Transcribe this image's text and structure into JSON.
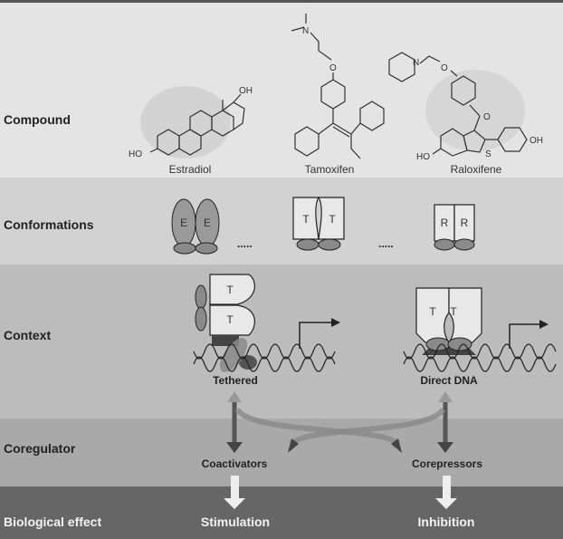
{
  "rows": {
    "compound": "Compound",
    "conformations": "Conformations",
    "context": "Context",
    "coregulator": "Coregulator",
    "biological_effect": "Biological effect"
  },
  "compounds": [
    {
      "name": "Estradiol",
      "atoms": [
        "HO",
        "OH"
      ]
    },
    {
      "name": "Tamoxifen",
      "atoms": [
        "N",
        "O"
      ]
    },
    {
      "name": "Raloxifene",
      "atoms": [
        "N",
        "O",
        "O",
        "HO",
        "S",
        "OH"
      ]
    }
  ],
  "conformations": {
    "estradiol": [
      "E",
      "E"
    ],
    "tamoxifen": [
      "T",
      "T"
    ],
    "raloxifene": [
      "R",
      "R"
    ],
    "separator": "....."
  },
  "context": {
    "tethered": {
      "label": "Tethered",
      "subunits": [
        "T",
        "T"
      ]
    },
    "direct": {
      "label": "Direct DNA",
      "subunits": [
        "T",
        "T"
      ]
    }
  },
  "coregulators": {
    "left": "Coactivators",
    "right": "Corepressors"
  },
  "effects": {
    "left": "Stimulation",
    "right": "Inhibition"
  },
  "colors": {
    "band_compound": "#e4e4e4",
    "band_conformations": "#d2d2d2",
    "band_context": "#bcbcbc",
    "band_coregulator": "#a9a9a9",
    "band_effect": "#666666"
  }
}
